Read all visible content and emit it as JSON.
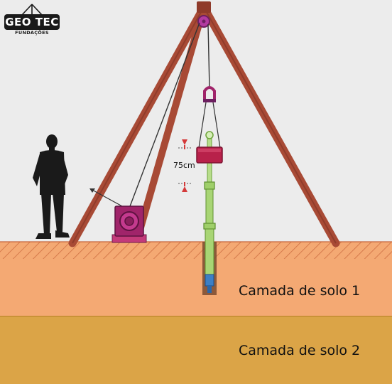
{
  "logo": {
    "name": "GEO TEC",
    "subtitle": "FUNDAÇÕES"
  },
  "drop_height_label": "75cm",
  "soil_layers": [
    {
      "label": "Camada de solo 1",
      "color": "#f4a973"
    },
    {
      "label": "Camada de solo 2",
      "color": "#dba447"
    }
  ],
  "colors": {
    "background": "#ececec",
    "tripod": "#a84a35",
    "hammer": "#b8214a",
    "pipe": "#9fcf6a",
    "winch": "#a0246a",
    "person": "#1a1a1a",
    "marker": "#d43a3a"
  }
}
